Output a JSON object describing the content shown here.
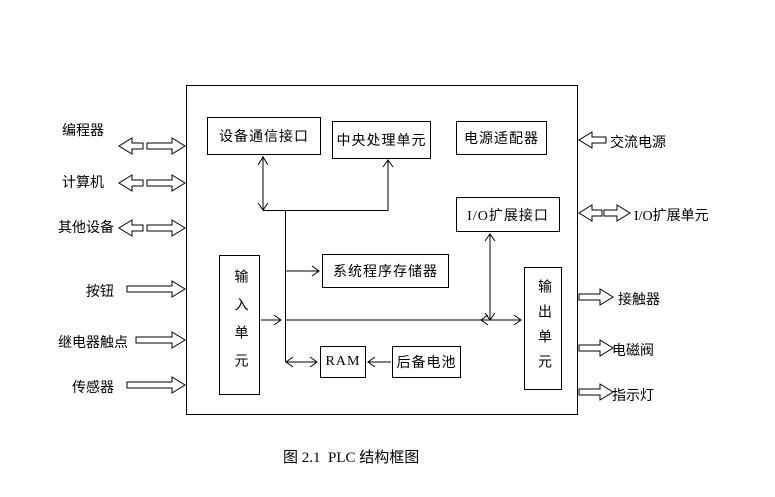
{
  "page": {
    "background": "#ffffff",
    "line_color": "#000000"
  },
  "caption": "图 2.1  PLC 结构框图",
  "boxes": {
    "device_comm_interface": "设备通信接口",
    "cpu": "中央处理单元",
    "power_adapter": "电源适配器",
    "io_expansion_interface": "I/O扩展接口",
    "system_program_memory": "系统程序存储器",
    "input_unit": "输入单元",
    "ram": "RAM",
    "backup_battery": "后备电池",
    "output_unit": "输出单元"
  },
  "left_labels": {
    "programmer": "编程器",
    "computer": "计算机",
    "other_devices": "其他设备",
    "push_button": "按钮",
    "relay_contact": "继电器触点",
    "sensor": "传感器"
  },
  "right_labels": {
    "ac_power": "交流电源",
    "io_expansion_unit": "I/O扩展单元",
    "contactor": "接触器",
    "solenoid_valve": "电磁阀",
    "indicator_light": "指示灯"
  }
}
